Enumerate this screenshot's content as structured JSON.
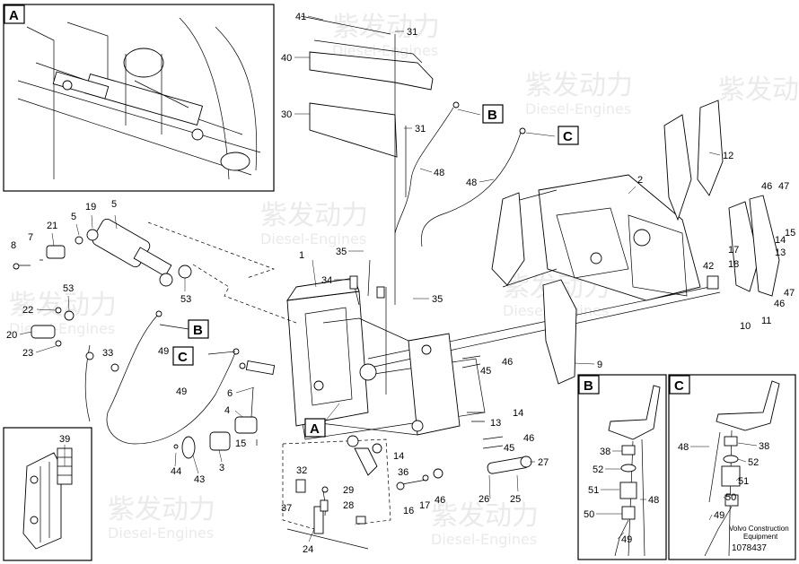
{
  "watermark": {
    "brand_cn": "紫发动力",
    "brand_en": "Diesel-Engines"
  },
  "frames": {
    "a": "A",
    "b": "B",
    "c": "C"
  },
  "callouts": {
    "n41": "41",
    "n31a": "31",
    "n40": "40",
    "n30": "30",
    "n31b": "31",
    "n48a": "48",
    "n48b": "48",
    "n2": "2",
    "n12": "12",
    "n46a": "46",
    "n13a": "13",
    "n14a": "14",
    "n15a": "15",
    "n17a": "17",
    "n18": "18",
    "n42": "42",
    "n47a": "47",
    "n47b": "47",
    "n46b": "46",
    "n10": "10",
    "n11": "11",
    "n9": "9",
    "n1": "1",
    "n35a": "35",
    "n34": "34",
    "n35b": "35",
    "n46c": "46",
    "n45a": "45",
    "n14b": "14",
    "n13b": "13",
    "n45b": "45",
    "n46d": "46",
    "n14c": "14",
    "n36": "36",
    "n27": "27",
    "n25": "25",
    "n26": "26",
    "n16": "16",
    "n17b": "17",
    "n46e": "46",
    "n32": "32",
    "n29": "29",
    "n28": "28",
    "n37": "37",
    "n24": "24",
    "n8": "8",
    "n7": "7",
    "n21": "21",
    "n5a": "5",
    "n19": "19",
    "n5b": "5",
    "n53a": "53",
    "n22": "22",
    "n53b": "53",
    "n20": "20",
    "n23": "23",
    "n33": "33",
    "n49a": "49",
    "n49b": "49",
    "n6": "6",
    "n4": "4",
    "n15b": "15",
    "n44": "44",
    "n43": "43",
    "n3": "3",
    "n39": "39",
    "b38": "38",
    "b52": "52",
    "b51": "51",
    "b50": "50",
    "b49": "49",
    "b48": "48",
    "c48": "48",
    "c38": "38",
    "c52": "52",
    "c51": "51",
    "c50": "50",
    "c49": "49"
  },
  "caption": {
    "line1": "Volvo Construction",
    "line2": "Equipment",
    "part_number": "1078437"
  }
}
